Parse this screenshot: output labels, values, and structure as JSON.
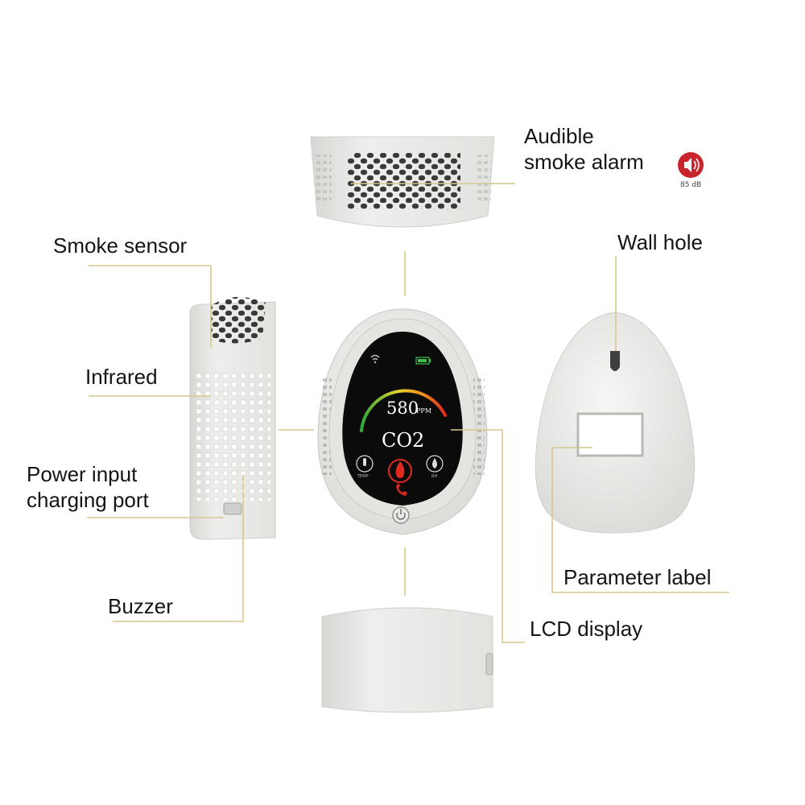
{
  "labels": {
    "audible_line1": "Audible",
    "audible_line2": "smoke alarm",
    "smoke_sensor": "Smoke sensor",
    "wall_hole": "Wall hole",
    "infrared": "Infrared",
    "power_line1": "Power input",
    "power_line2": "charging port",
    "buzzer": "Buzzer",
    "parameter_label": "Parameter label",
    "lcd_display": "LCD display"
  },
  "badge": {
    "volume": "85 dB",
    "icon": "speaker-icon",
    "color": "#c8252c"
  },
  "lcd": {
    "reading": "580",
    "unit": "PPM",
    "gas": "CO2",
    "left_icon_caption": "TEMP",
    "right_icon_caption": "RH"
  },
  "colors": {
    "leader_line": "#d8c68e",
    "housing": "#e9e9e7",
    "screen": "#0b0b0b"
  }
}
